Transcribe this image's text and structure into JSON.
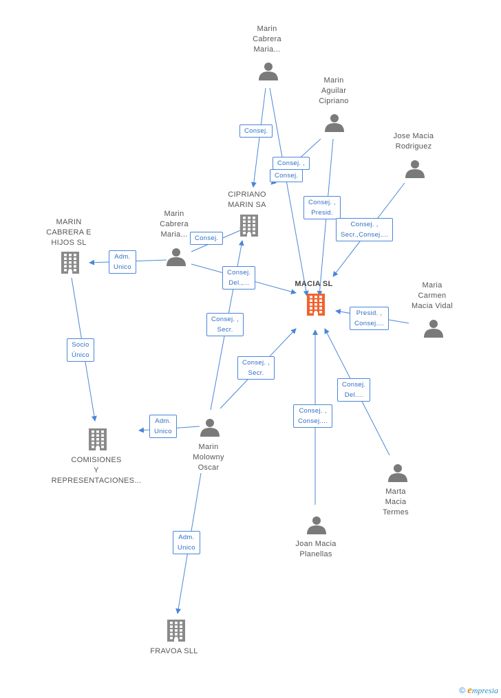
{
  "colors": {
    "edge": "#4a86d8",
    "company": "#8a8a8a",
    "main_company": "#f2622e",
    "person": "#7a7a7a",
    "label": "#2f6ec4"
  },
  "nodes": [
    {
      "id": "marin_cabrera_top",
      "kind": "person",
      "label": "Marin\nCabrera\nMaria..."
    },
    {
      "id": "marin_aguilar",
      "kind": "person",
      "label": "Marin\nAguilar\nCipriano"
    },
    {
      "id": "jose_macia",
      "kind": "person",
      "label": "Jose Macia\nRodriguez"
    },
    {
      "id": "cipriano_marin",
      "kind": "company",
      "label": "CIPRIANO\nMARIN SA"
    },
    {
      "id": "marin_cabrera_e_hijos",
      "kind": "company",
      "label": "MARIN\nCABRERA E\nHIJOS SL"
    },
    {
      "id": "marin_cabrera_mid",
      "kind": "person",
      "label": "Marin\nCabrera\nMaria..."
    },
    {
      "id": "macia_sl",
      "kind": "main",
      "label": "MACIA SL"
    },
    {
      "id": "maria_carmen",
      "kind": "person",
      "label": "Maria\nCarmen\nMacia Vidal"
    },
    {
      "id": "comisiones",
      "kind": "company",
      "label": "COMISIONES\nY\nREPRESENTACIONES..."
    },
    {
      "id": "marin_molowny",
      "kind": "person",
      "label": "Marin\nMolowny\nOscar"
    },
    {
      "id": "marta_macia",
      "kind": "person",
      "label": "Marta\nMacia\nTermes"
    },
    {
      "id": "joan_macia",
      "kind": "person",
      "label": "Joan Macia\nPlanellas"
    },
    {
      "id": "fravoa",
      "kind": "company",
      "label": "FRAVOA SLL"
    }
  ],
  "roles": [
    {
      "id": "r1",
      "text": "Consej."
    },
    {
      "id": "r2",
      "text": "Consej. ,"
    },
    {
      "id": "r3",
      "text": "Consej."
    },
    {
      "id": "r4",
      "text": "Consej. ,\nPresid."
    },
    {
      "id": "r5",
      "text": "Consej. ,\nSecr.,Consej...."
    },
    {
      "id": "r6",
      "text": "Consej."
    },
    {
      "id": "r7",
      "text": "Adm.\nUnico"
    },
    {
      "id": "r8",
      "text": "Consej.\nDel.,..."
    },
    {
      "id": "r9",
      "text": "Presid. ,\nConsej...."
    },
    {
      "id": "r10",
      "text": "Consej. ,\nSecr."
    },
    {
      "id": "r11",
      "text": "Socio\nÚnico"
    },
    {
      "id": "r12",
      "text": "Consej. ,\nSecr."
    },
    {
      "id": "r13",
      "text": "Consej.\nDel...."
    },
    {
      "id": "r14",
      "text": "Adm.\nUnico"
    },
    {
      "id": "r15",
      "text": "Consej. ,\nConsej...."
    },
    {
      "id": "r16",
      "text": "Adm.\nUnico"
    }
  ],
  "edges": [
    {
      "from": "marin_cabrera_top",
      "to": "cipriano_marin"
    },
    {
      "from": "marin_cabrera_top",
      "to": "macia_sl"
    },
    {
      "from": "marin_aguilar",
      "to": "cipriano_marin"
    },
    {
      "from": "marin_aguilar",
      "to": "macia_sl"
    },
    {
      "from": "jose_macia",
      "to": "macia_sl"
    },
    {
      "from": "marin_cabrera_mid",
      "to": "cipriano_marin"
    },
    {
      "from": "marin_cabrera_mid",
      "to": "marin_cabrera_e_hijos"
    },
    {
      "from": "marin_cabrera_mid",
      "to": "macia_sl"
    },
    {
      "from": "maria_carmen",
      "to": "macia_sl"
    },
    {
      "from": "marin_molowny",
      "to": "cipriano_marin"
    },
    {
      "from": "marin_molowny",
      "to": "macia_sl"
    },
    {
      "from": "marin_molowny",
      "to": "comisiones"
    },
    {
      "from": "marin_molowny",
      "to": "fravoa"
    },
    {
      "from": "marin_cabrera_e_hijos",
      "to": "comisiones"
    },
    {
      "from": "marta_macia",
      "to": "macia_sl"
    },
    {
      "from": "joan_macia",
      "to": "macia_sl"
    }
  ],
  "brand": {
    "copyright": "©",
    "name_first": "e",
    "name_rest": "mpresia"
  }
}
